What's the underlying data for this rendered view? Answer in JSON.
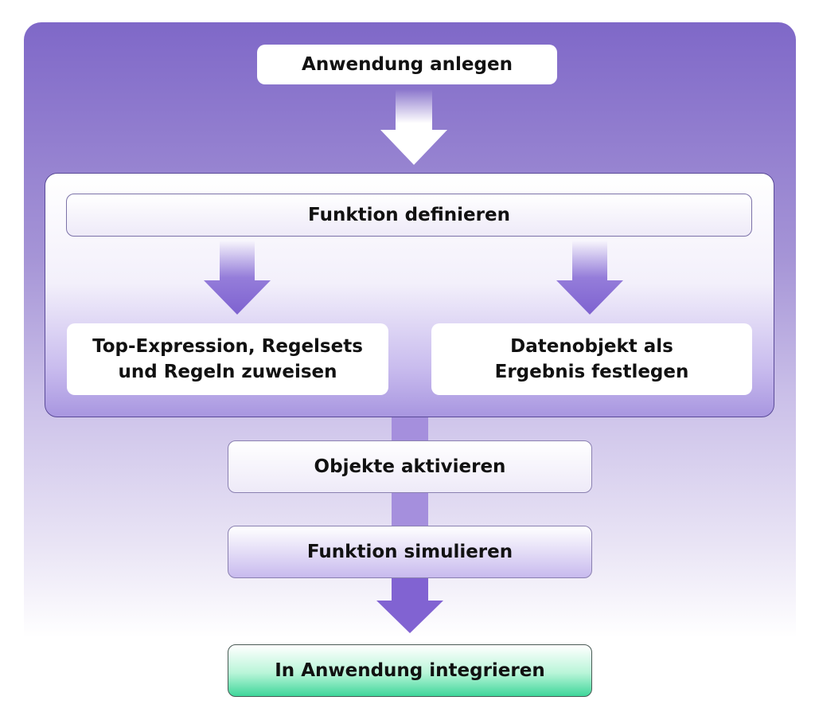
{
  "diagram": {
    "step_create": "Anwendung anlegen",
    "step_define": "Funktion definieren",
    "step_assign": "Top-Expression, Regelsets und Regeln zuweisen",
    "step_result": "Datenobjekt als Ergebnis festlegen",
    "step_activate": "Objekte aktivieren",
    "step_simulate": "Funktion simulieren",
    "step_integrate": "In Anwendung integrieren"
  },
  "colors": {
    "panel_top": "#7f68c8",
    "arrow": "#8a70d6",
    "integrate_green": "#3fd69a"
  }
}
